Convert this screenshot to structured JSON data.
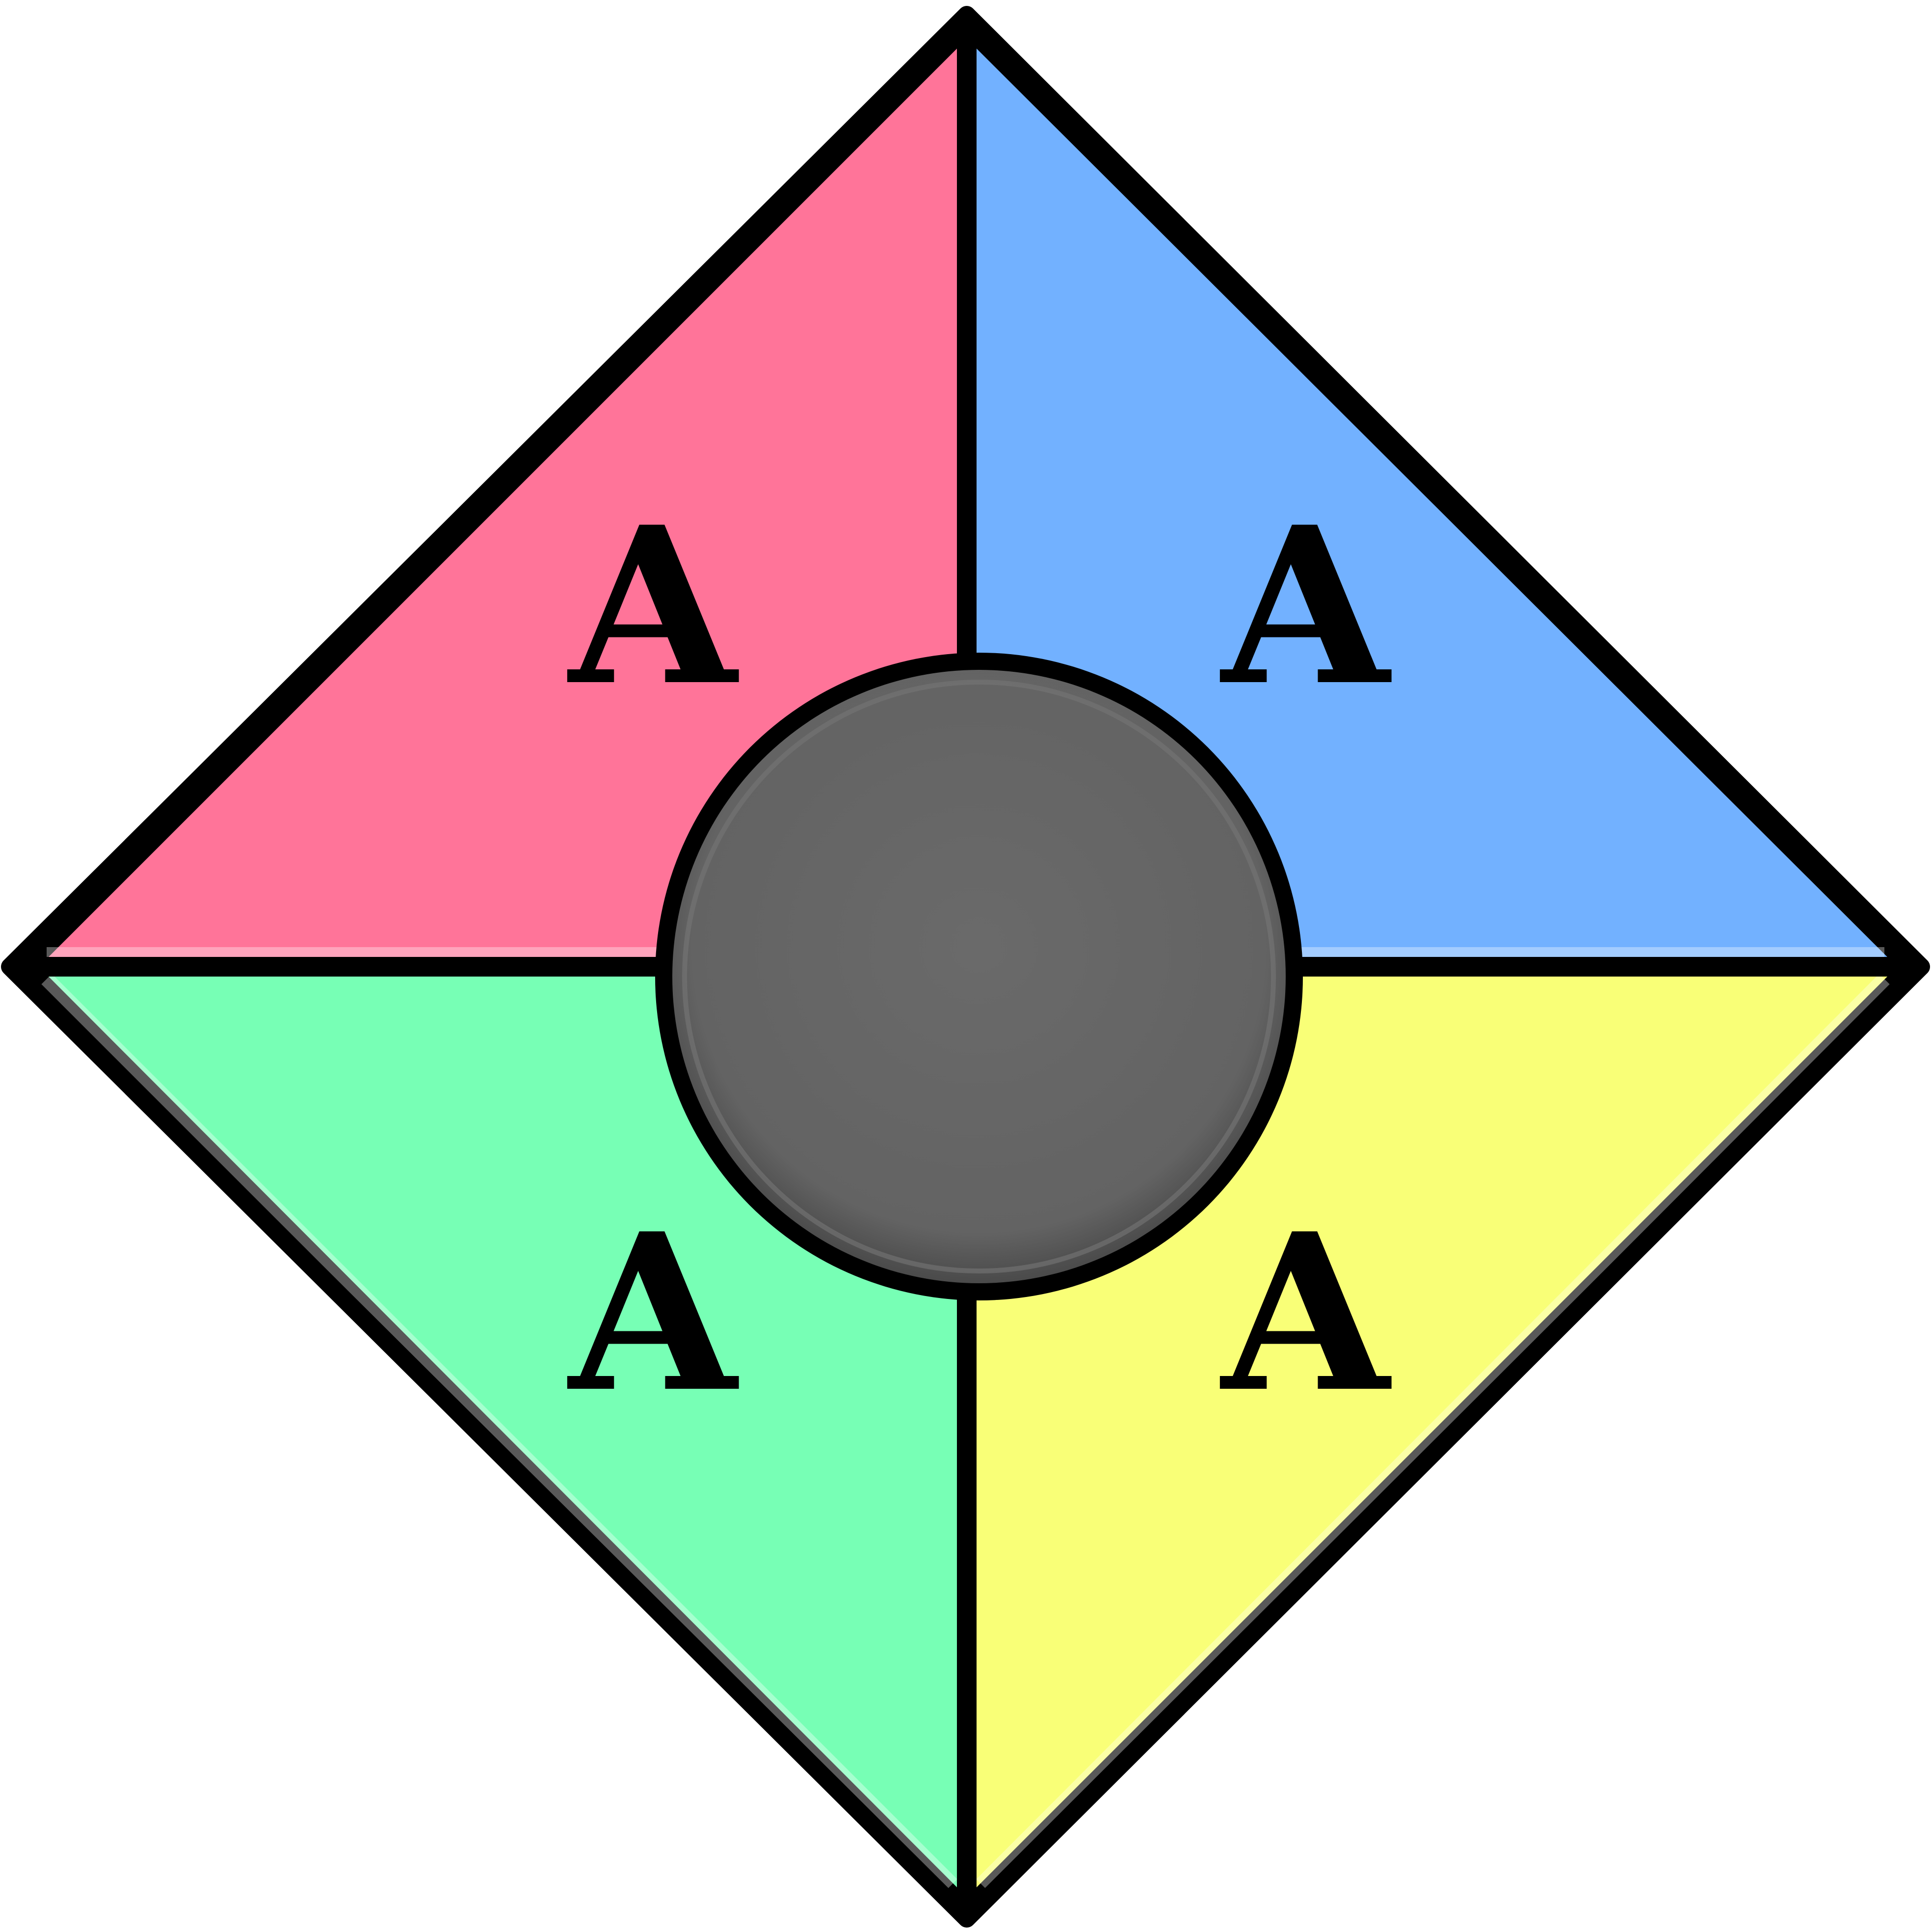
{
  "quadrants": [
    {
      "id": "top-left",
      "letter": "A",
      "color": "#FF7499"
    },
    {
      "id": "top-right",
      "letter": "A",
      "color": "#72B1FF"
    },
    {
      "id": "bottom-left",
      "letter": "A",
      "color": "#77FFB5"
    },
    {
      "id": "bottom-right",
      "letter": "A",
      "color": "#F9FF77"
    }
  ],
  "center_button": {
    "color": "#646464"
  },
  "outline_color": "#000000"
}
